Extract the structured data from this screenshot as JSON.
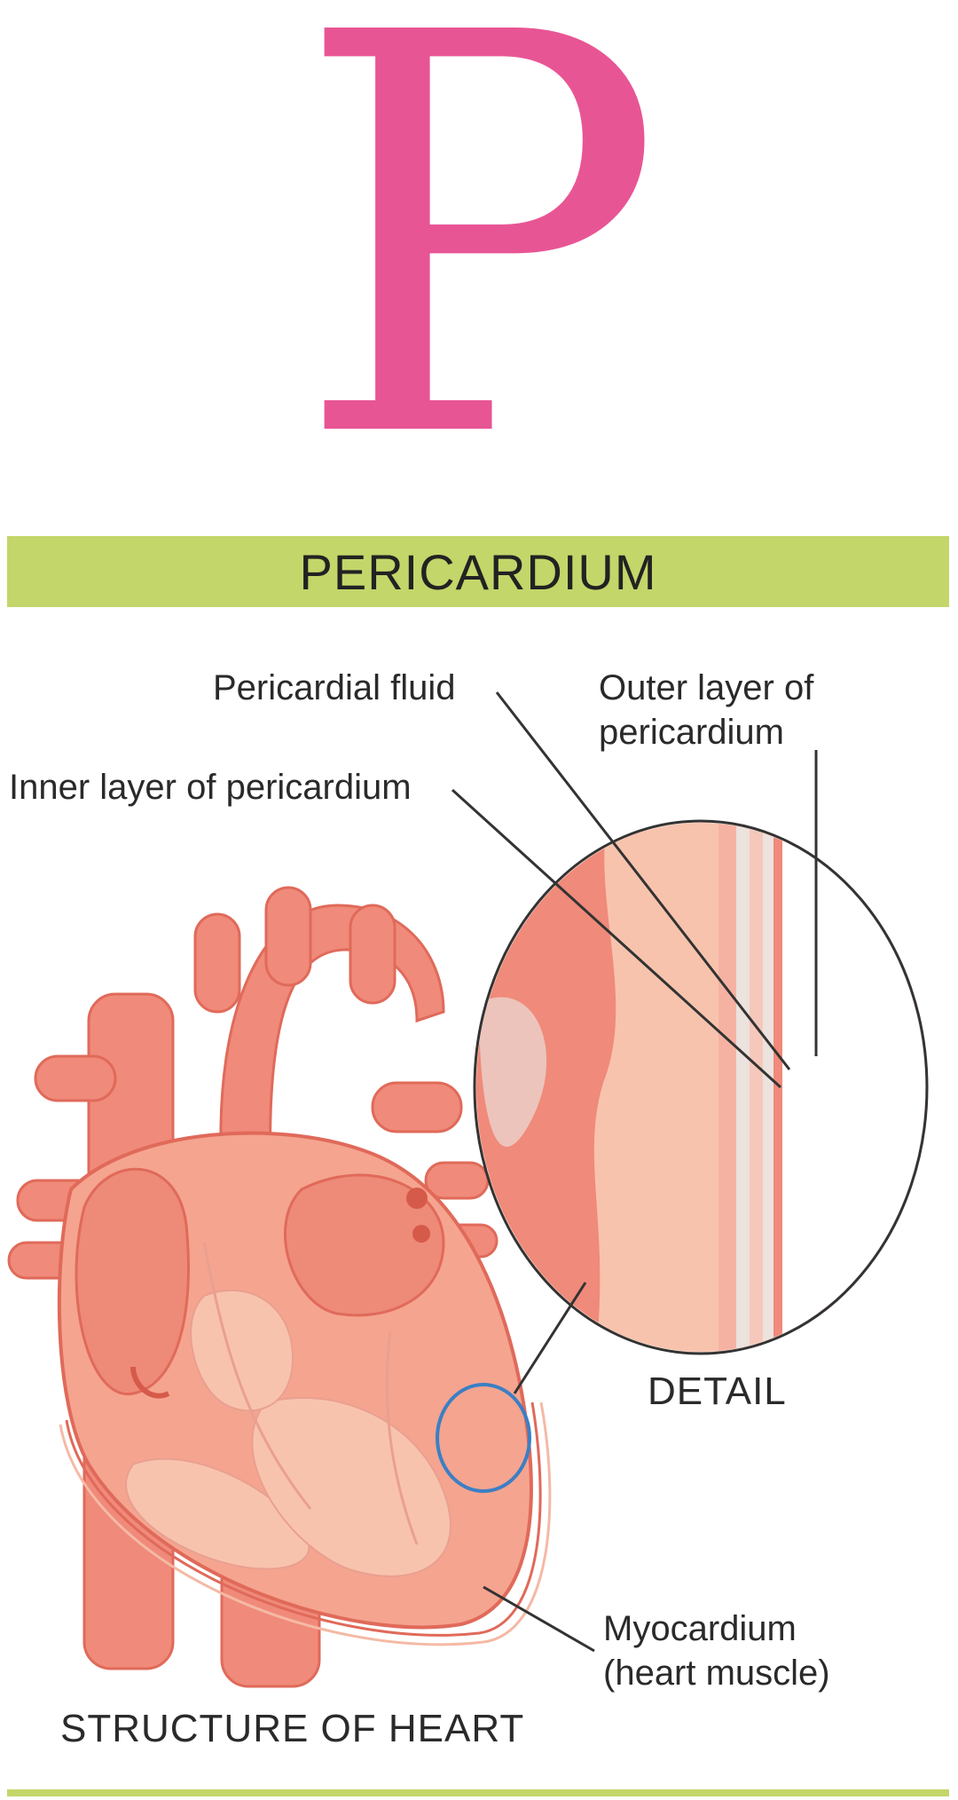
{
  "letter": "P",
  "title": "PERICARDIUM",
  "labels": {
    "pericardial_fluid": "Pericardial fluid",
    "outer_layer": "Outer layer of pericardium",
    "inner_layer": "Inner layer of pericardium",
    "detail": "DETAIL",
    "myocardium": "Myocardium (heart muscle)",
    "structure": "STRUCTURE OF HEART"
  },
  "colors": {
    "letter": "#e85594",
    "band": "#c3d66a",
    "heart": "#f08a7a",
    "heart_light": "#f8c3ad",
    "magnifier": "#3b7fc4"
  }
}
